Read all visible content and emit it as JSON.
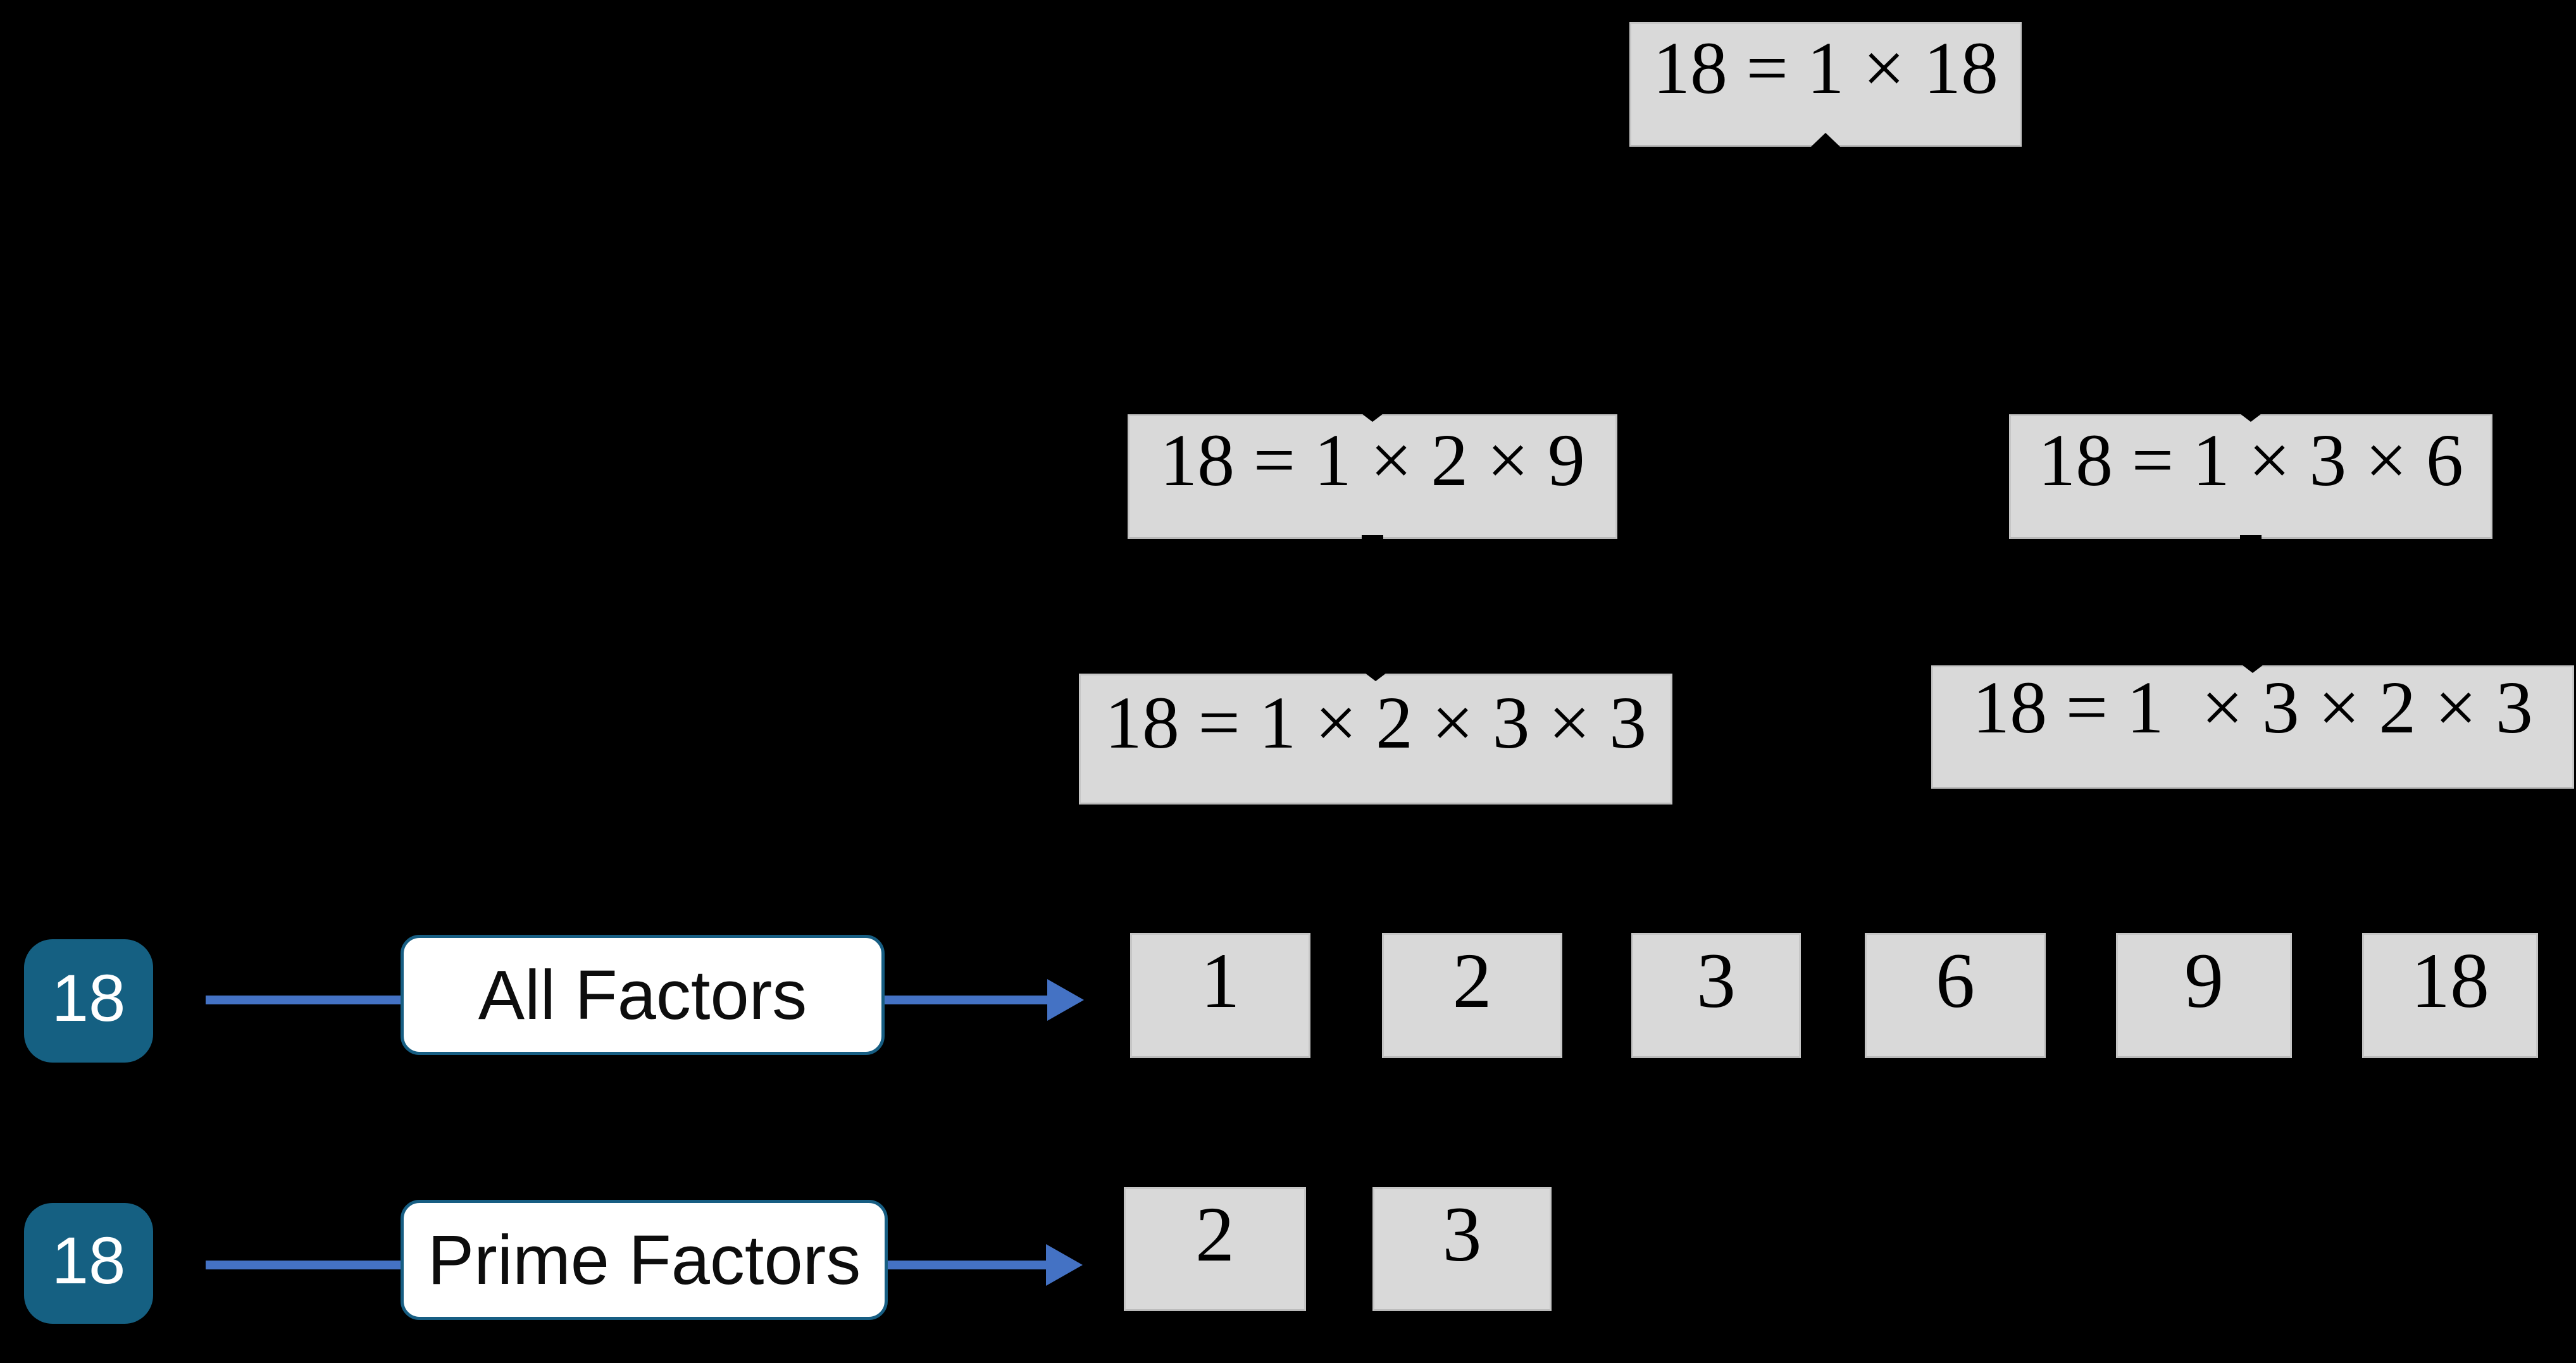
{
  "title": "Factors of 18 factor tree diagram",
  "colors": {
    "background": "#000000",
    "box_fill": "#d9d9d9",
    "box_border": "#c6c6c6",
    "badge_fill": "#156082",
    "label_border": "#175e83",
    "connector_blue": "#4472c4",
    "text_dark": "#000000",
    "text_light": "#ffffff"
  },
  "tree": {
    "root": {
      "text": "18 = 1 × 18"
    },
    "level2": [
      {
        "text": "18 = 1 × 2 × 9"
      },
      {
        "text": "18 = 1 × 3 × 6"
      }
    ],
    "level3": [
      {
        "text": "18 = 1 × 2 × 3 × 3"
      },
      {
        "text": "18 = 1  × 3 × 2 × 3"
      }
    ]
  },
  "rows": {
    "all": {
      "number": "18",
      "label": "All Factors",
      "factors": [
        "1",
        "2",
        "3",
        "6",
        "9",
        "18"
      ]
    },
    "prime": {
      "number": "18",
      "label": "Prime Factors",
      "factors": [
        "2",
        "3"
      ]
    }
  }
}
